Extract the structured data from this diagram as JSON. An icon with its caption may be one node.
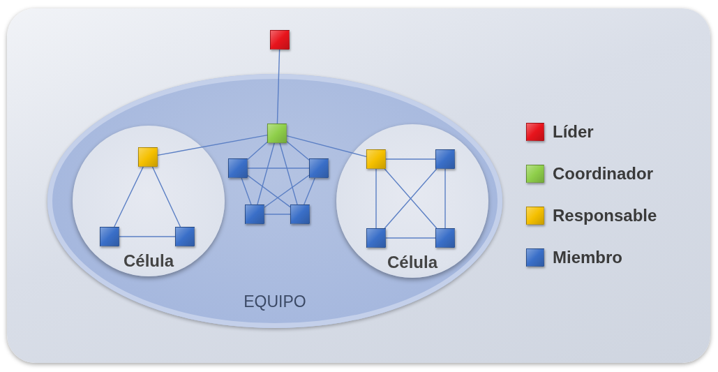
{
  "diagram": {
    "nodes": [
      {
        "text": [
          "EQUIPO"
        ]
      },
      {
        "text": [],
        "shape": "box"
      },
      {
        "text": [],
        "shape": "box",
        "in": 0
      },
      {
        "text": [
          "Célula"
        ],
        "in": 0
      },
      {
        "text": [],
        "shape": "box",
        "in": 3
      },
      {
        "text": [],
        "shape": "box",
        "in": 3
      },
      {
        "text": [],
        "shape": "box",
        "in": 3
      },
      {
        "text": [],
        "shape": "box",
        "in": 0
      },
      {
        "text": [],
        "shape": "box",
        "in": 0
      },
      {
        "text": [],
        "shape": "box",
        "in": 0
      },
      {
        "text": [],
        "shape": "box",
        "in": 0
      },
      {
        "text": [
          "Célula"
        ],
        "in": 0
      },
      {
        "text": [],
        "shape": "box",
        "in": 11
      },
      {
        "text": [],
        "shape": "box",
        "in": 11
      },
      {
        "text": [],
        "shape": "box",
        "in": 11
      },
      {
        "text": [],
        "shape": "box",
        "in": 11
      }
    ],
    "edges": [
      {
        "from": 1,
        "to": 2,
        "arrow": "none"
      },
      {
        "from": 2,
        "to": 4,
        "arrow": "none"
      },
      {
        "from": 2,
        "to": 12,
        "arrow": "none"
      },
      {
        "from": 2,
        "to": 7,
        "arrow": "none"
      },
      {
        "from": 2,
        "to": 8,
        "arrow": "none"
      },
      {
        "from": 2,
        "to": 9,
        "arrow": "none"
      },
      {
        "from": 2,
        "to": 10,
        "arrow": "none"
      },
      {
        "from": 7,
        "to": 8,
        "arrow": "none"
      },
      {
        "from": 7,
        "to": 9,
        "arrow": "none"
      },
      {
        "from": 7,
        "to": 10,
        "arrow": "none"
      },
      {
        "from": 8,
        "to": 9,
        "arrow": "none"
      },
      {
        "from": 8,
        "to": 10,
        "arrow": "none"
      },
      {
        "from": 9,
        "to": 10,
        "arrow": "none"
      },
      {
        "from": 4,
        "to": 5,
        "arrow": "none"
      },
      {
        "from": 4,
        "to": 6,
        "arrow": "none"
      },
      {
        "from": 5,
        "to": 6,
        "arrow": "none"
      },
      {
        "from": 12,
        "to": 13,
        "arrow": "none"
      },
      {
        "from": 12,
        "to": 14,
        "arrow": "none"
      },
      {
        "from": 12,
        "to": 15,
        "arrow": "none"
      },
      {
        "from": 13,
        "to": 14,
        "arrow": "none"
      },
      {
        "from": 13,
        "to": 15,
        "arrow": "none"
      },
      {
        "from": 14,
        "to": 15,
        "arrow": "none"
      }
    ],
    "legend": [
      {
        "text": "Líder",
        "color": "#e8141c"
      },
      {
        "text": "Coordinador",
        "color": "#8fcf4a"
      },
      {
        "text": "Responsable",
        "color": "#f5c000"
      },
      {
        "text": "Miembro",
        "color": "#3a6fc8"
      }
    ]
  }
}
